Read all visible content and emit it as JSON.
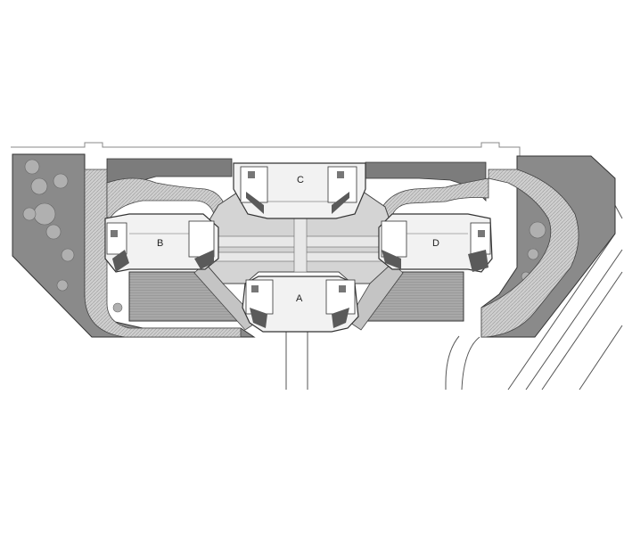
{
  "building_labels": {
    "a": "A",
    "b": "B",
    "c": "C",
    "d": "D"
  },
  "colors": {
    "background": "#ffffff",
    "landscape": "#8a8a8a",
    "paving": "#d4d4d4",
    "lawn": "#9c9c9c",
    "building": "#f2f2f2",
    "core": "#5a5a5a",
    "line": "#333333"
  }
}
